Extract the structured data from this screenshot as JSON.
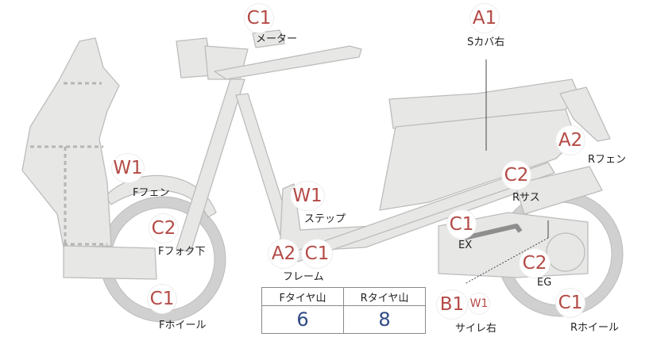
{
  "colors": {
    "part_fill": "#e7e7e5",
    "part_stroke": "#bcbcbc",
    "badge_text": "#b44a45",
    "value_text": "#2f4a86"
  },
  "parts": [
    {
      "code": "C1",
      "label": "メーター"
    },
    {
      "code": "A1",
      "label": "Sカバ右"
    },
    {
      "code": "A2",
      "label": "Rフェン"
    },
    {
      "code": "W1",
      "label": "Fフェン"
    },
    {
      "code": "C2",
      "label": "Rサス"
    },
    {
      "code": "W1",
      "label": "ステップ"
    },
    {
      "code": "C2",
      "label": "Fフォク下"
    },
    {
      "code": "C1",
      "label": "EX"
    },
    {
      "code": "A2",
      "code2": "C1",
      "label": "フレーム"
    },
    {
      "code": "C2",
      "label": "EG"
    },
    {
      "code": "C1",
      "label": "Fホイール"
    },
    {
      "code": "B1",
      "code2": "W1",
      "label": "サイレ右"
    },
    {
      "code": "C1",
      "label": "Rホイール"
    }
  ],
  "tire_table": {
    "headers": [
      "Fタイヤ山",
      "Rタイヤ山"
    ],
    "values": [
      "6",
      "8"
    ]
  }
}
